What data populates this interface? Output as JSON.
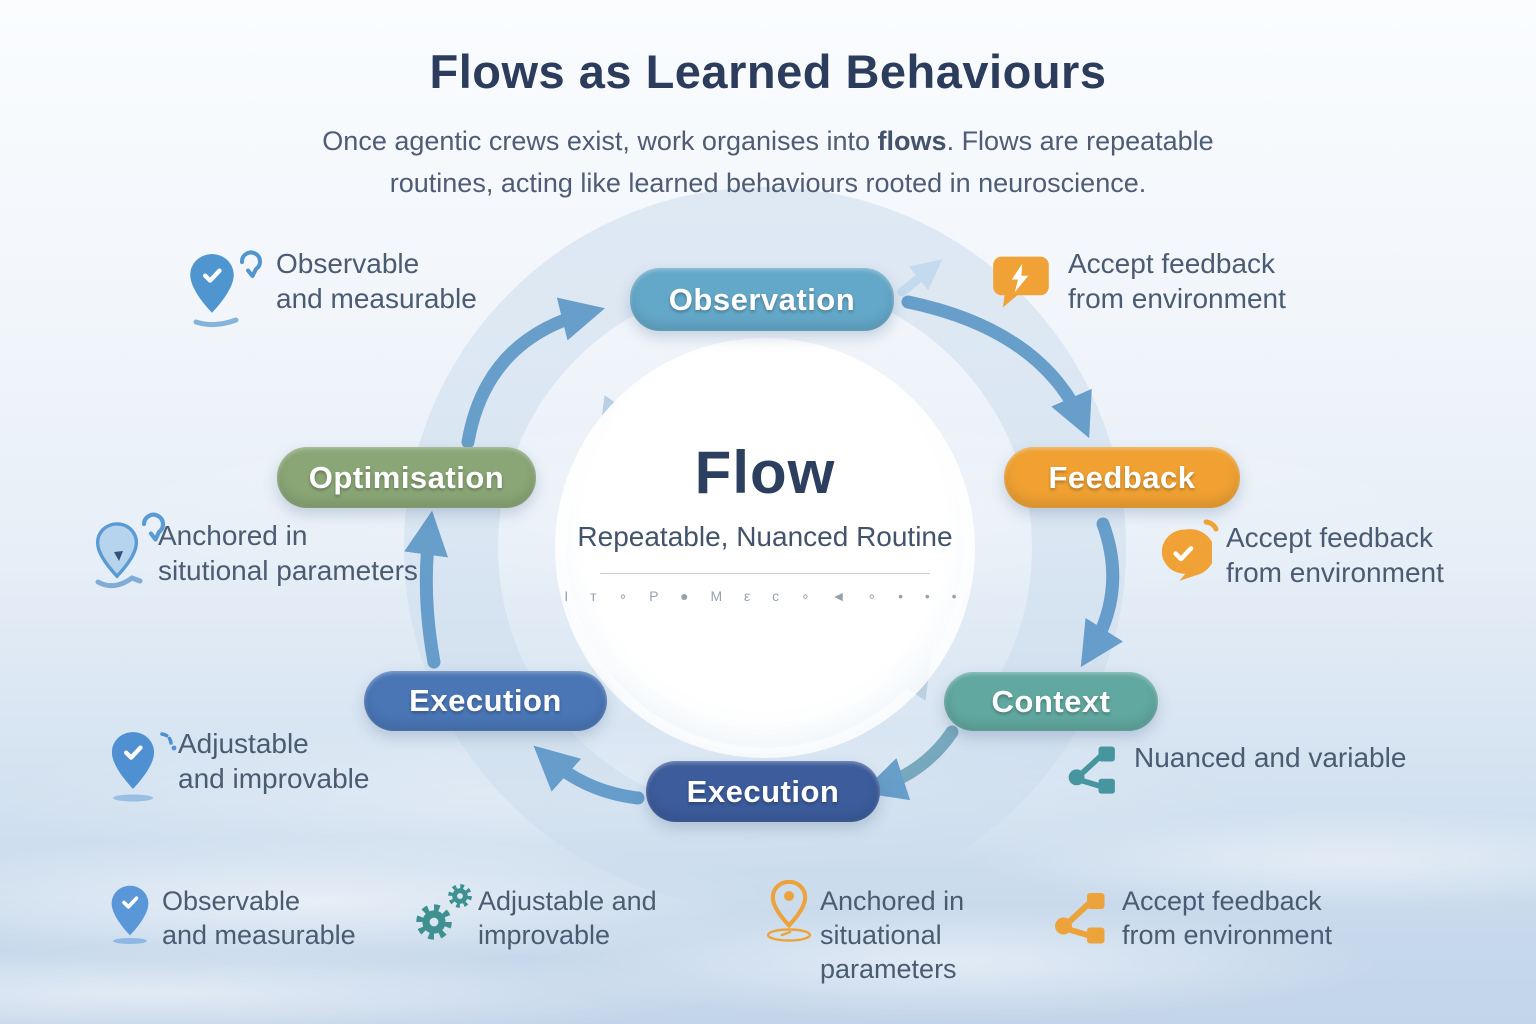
{
  "title": "Flows as Learned Behaviours",
  "subtitle": {
    "part1": "Once agentic crews exist, work organises into ",
    "bold": "flows",
    "part2": ". Flows are repeatable",
    "line2": "routines, acting like learned behaviours rooted in neuroscience."
  },
  "cycle": {
    "center": {
      "title": "Flow",
      "subtitle": "Repeatable, Nuanced Routine",
      "glyphs": "I т ∘ P ● M ε c ∘ ◄ ∘ • • •"
    },
    "nodes": [
      {
        "label": "Observation",
        "color": "#64a8c9"
      },
      {
        "label": "Feedback",
        "color": "#f0a132"
      },
      {
        "label": "Optimisation",
        "color": "#8aa676"
      },
      {
        "label": "Execution",
        "color": "#4a76b6"
      },
      {
        "label": "Execution",
        "color": "#3c5c9c"
      },
      {
        "label": "Context",
        "color": "#61a8a0"
      }
    ]
  },
  "annotations": {
    "top_left": {
      "line1": "Observable",
      "line2": "and measurable"
    },
    "top_right": {
      "line1": "Accept feedback",
      "line2": "from environment"
    },
    "mid_left": {
      "line1": "Anchored in",
      "line2": "situtional parameters"
    },
    "mid_right": {
      "line1": "Accept feedback",
      "line2": "from environment"
    },
    "bottom_left": {
      "line1": "Adjustable",
      "line2": "and improvable"
    },
    "bottom_right": {
      "line1": "Nuanced and variable"
    }
  },
  "legend": [
    {
      "icon": "pin-check-icon",
      "line1": "Observable",
      "line2": "and measurable"
    },
    {
      "icon": "gears-icon",
      "line1": "Adjustable and",
      "line2": "improvable"
    },
    {
      "icon": "map-pin-icon",
      "line1": "Anchored in",
      "line2": "situational",
      "line3": "parameters"
    },
    {
      "icon": "network-icon",
      "line1": "Accept feedback",
      "line2": "from environment"
    }
  ],
  "colors": {
    "title_text": "#2b3c5c",
    "body_text": "#4b5b72",
    "arrow_blue": "#5e98c7",
    "ring_light": "#ccdded",
    "inner_ring": "#b9cfe2",
    "orange_accent": "#f0a236",
    "blue_accent": "#4f90d2",
    "teal_accent": "#47959f",
    "green_accent": "#8aa676"
  }
}
